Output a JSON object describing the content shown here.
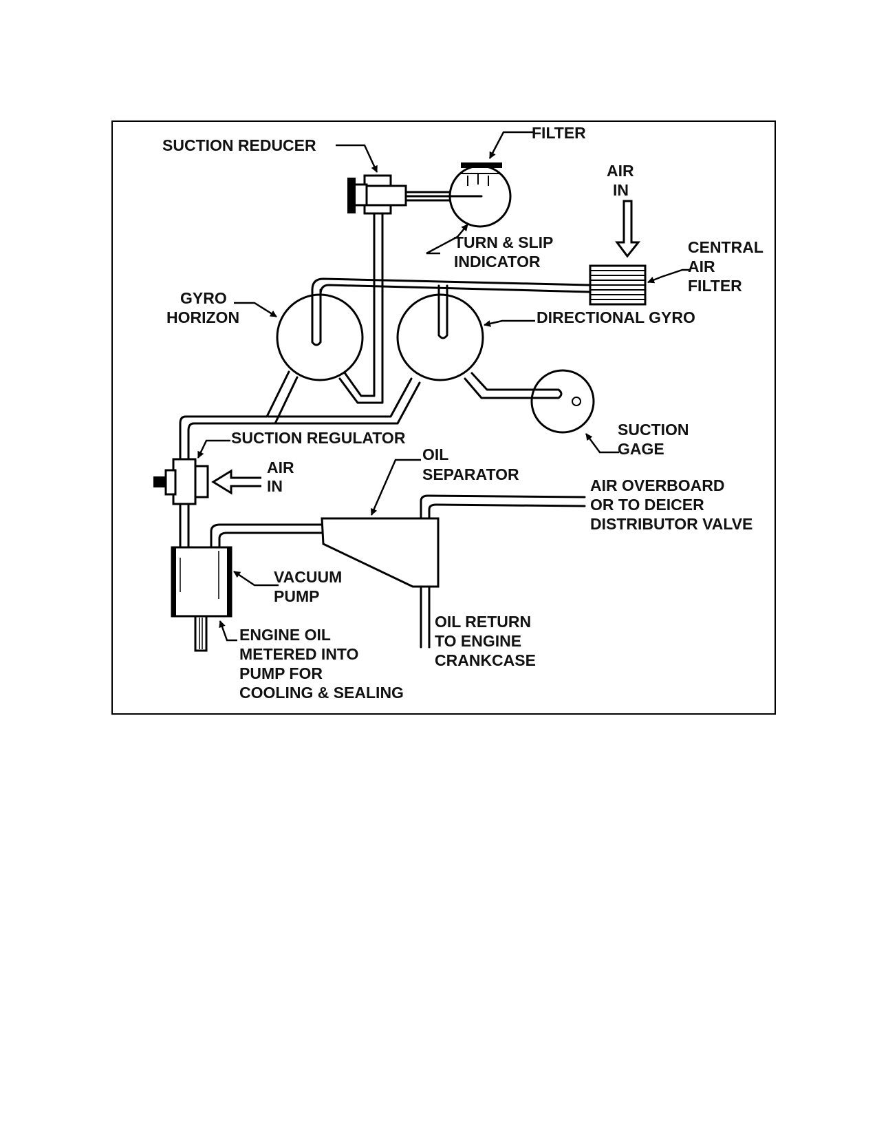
{
  "diagram": {
    "labels": {
      "suction_reducer": "SUCTION REDUCER",
      "filter": "FILTER",
      "air_in_top_1": "AIR",
      "air_in_top_2": "IN",
      "turn_slip_1": "TURN & SLIP",
      "turn_slip_2": "INDICATOR",
      "central_air_filter_1": "CENTRAL",
      "central_air_filter_2": "AIR",
      "central_air_filter_3": "FILTER",
      "gyro_horizon_1": "GYRO",
      "gyro_horizon_2": "HORIZON",
      "directional_gyro": "DIRECTIONAL GYRO",
      "suction_gage_1": "SUCTION",
      "suction_gage_2": "GAGE",
      "suction_regulator": "SUCTION REGULATOR",
      "air_in_reg_1": "AIR",
      "air_in_reg_2": "IN",
      "oil_separator_1": "OIL",
      "oil_separator_2": "SEPARATOR",
      "air_overboard_1": "AIR OVERBOARD",
      "air_overboard_2": "OR TO DEICER",
      "air_overboard_3": "DISTRIBUTOR VALVE",
      "vacuum_pump_1": "VACUUM",
      "vacuum_pump_2": "PUMP",
      "oil_return_1": "OIL RETURN",
      "oil_return_2": "TO ENGINE",
      "oil_return_3": "CRANKCASE",
      "engine_oil_1": "ENGINE OIL",
      "engine_oil_2": "METERED INTO",
      "engine_oil_3": "PUMP FOR",
      "engine_oil_4": "COOLING & SEALING"
    }
  }
}
